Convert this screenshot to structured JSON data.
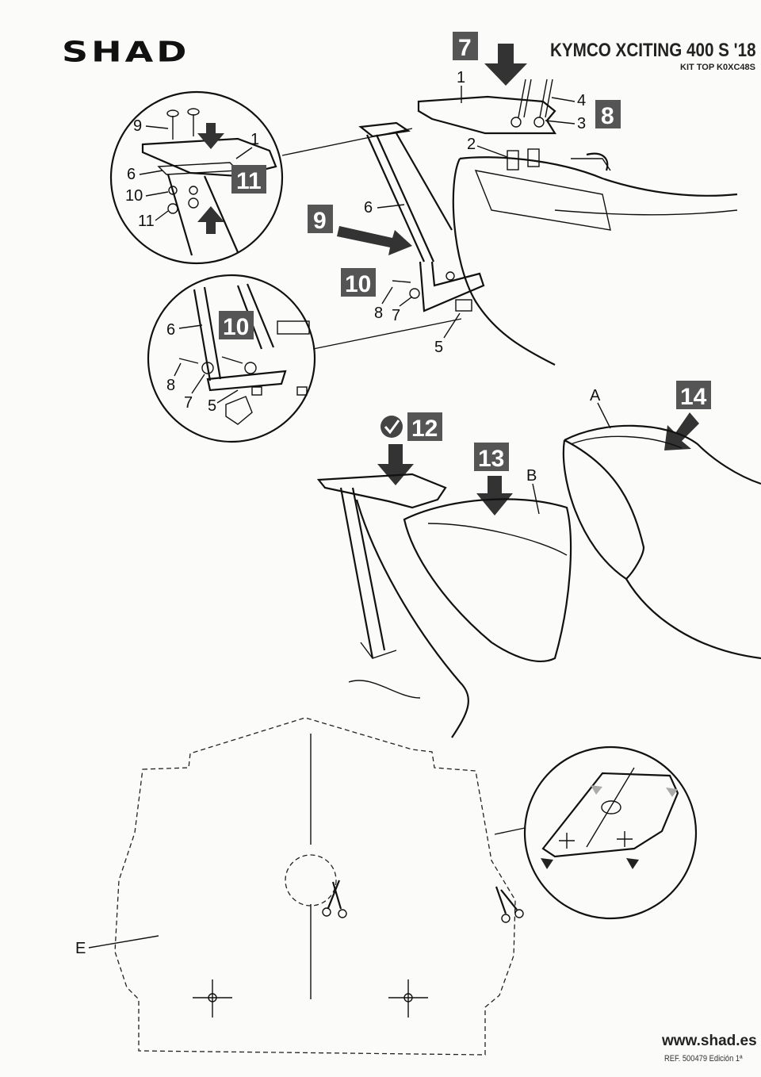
{
  "header": {
    "brand": "SHAD",
    "model": "KYMCO XCITING 400 S '18",
    "kit": "KIT TOP K0XC48S"
  },
  "steps": [
    "7",
    "8",
    "9",
    "10",
    "10",
    "11",
    "12",
    "13",
    "14"
  ],
  "part_labels": {
    "p1": "1",
    "p2": "2",
    "p3": "3",
    "p4": "4",
    "p5": "5",
    "p6": "6",
    "p7": "7",
    "p8": "8",
    "d11_9": "9",
    "d11_1": "1",
    "d11_6": "6",
    "d11_10": "10",
    "d11_11": "11",
    "d10_6": "6",
    "d10_8": "8",
    "d10_7": "7",
    "d10_5": "5",
    "seat_a": "A",
    "seat_b": "B",
    "template_e": "E"
  },
  "footer": {
    "website": "www.shad.es",
    "ref": "REF. 500479 Edición 1ª"
  }
}
